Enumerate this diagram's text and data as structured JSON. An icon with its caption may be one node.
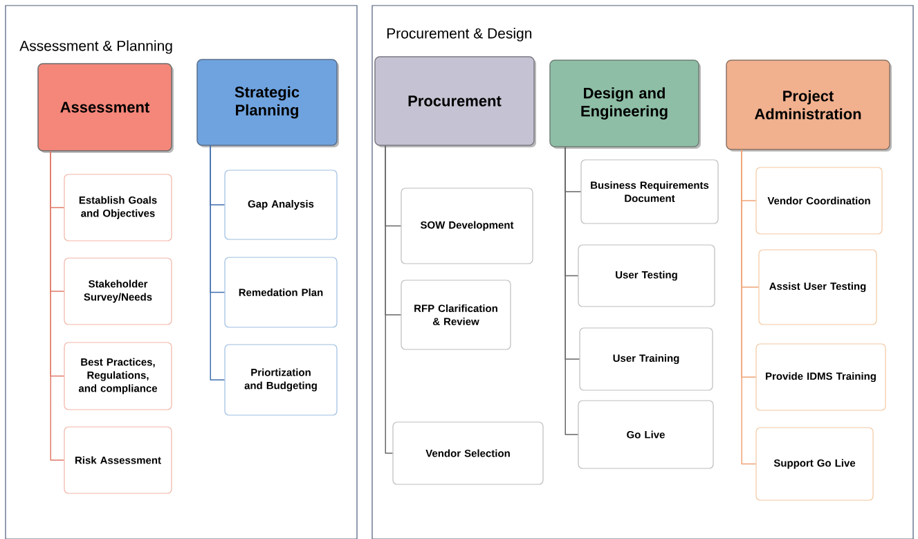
{
  "diagram": {
    "nodes": [
      {
        "text": [
          "Assessment & Planning"
        ]
      },
      {
        "text": [
          "Assessment"
        ],
        "in": 0
      },
      {
        "text": [
          "Establish Goals and Objectives"
        ],
        "in": 0
      },
      {
        "text": [
          "Stakeholder Survey/Needs"
        ],
        "in": 0
      },
      {
        "text": [
          "Best Practices, Regulations, and compliance"
        ],
        "in": 0
      },
      {
        "text": [
          "Risk Assessment"
        ],
        "in": 0
      },
      {
        "text": [
          "Strategic Planning"
        ],
        "in": 0
      },
      {
        "text": [
          "Gap Analysis"
        ],
        "in": 0
      },
      {
        "text": [
          "Remedation Plan"
        ],
        "in": 0
      },
      {
        "text": [
          "Priortization and Budgeting"
        ],
        "in": 0
      },
      {
        "text": [
          "Procurement & Design"
        ]
      },
      {
        "text": [
          "Procurement"
        ],
        "in": 10
      },
      {
        "text": [
          "SOW Development"
        ],
        "in": 10
      },
      {
        "text": [
          "RFP Clarification & Review"
        ],
        "in": 10
      },
      {
        "text": [
          "Vendor Selection"
        ],
        "in": 10
      },
      {
        "text": [
          "Design and Engineering"
        ],
        "in": 10
      },
      {
        "text": [
          "Business Requirements Document"
        ],
        "in": 10
      },
      {
        "text": [
          "User Testing"
        ],
        "in": 10
      },
      {
        "text": [
          "User Training"
        ],
        "in": 10
      },
      {
        "text": [
          "Go Live"
        ],
        "in": 10
      },
      {
        "text": [
          "Project Administration"
        ],
        "in": 10
      },
      {
        "text": [
          "Vendor Coordination"
        ],
        "in": 10
      },
      {
        "text": [
          "Assist User Testing"
        ],
        "in": 10
      },
      {
        "text": [
          "Provide IDMS Training"
        ],
        "in": 10
      },
      {
        "text": [
          "Support Go Live"
        ],
        "in": 10
      }
    ],
    "edges": [
      {
        "from": 1,
        "to": 2,
        "arrow": "none",
        "color": "#e07a68"
      },
      {
        "from": 1,
        "to": 3,
        "arrow": "none",
        "color": "#e07a68"
      },
      {
        "from": 1,
        "to": 4,
        "arrow": "none",
        "color": "#e07a68"
      },
      {
        "from": 1,
        "to": 5,
        "arrow": "none",
        "color": "#e07a68"
      },
      {
        "from": 6,
        "to": 7,
        "arrow": "none",
        "color": "#3f6ead"
      },
      {
        "from": 6,
        "to": 8,
        "arrow": "none",
        "color": "#3f6ead"
      },
      {
        "from": 6,
        "to": 9,
        "arrow": "none",
        "color": "#3f6ead"
      },
      {
        "from": 11,
        "to": 12,
        "arrow": "none"
      },
      {
        "from": 11,
        "to": 13,
        "arrow": "none"
      },
      {
        "from": 11,
        "to": 14,
        "arrow": "none"
      },
      {
        "from": 15,
        "to": 16,
        "arrow": "none"
      },
      {
        "from": 15,
        "to": 17,
        "arrow": "none"
      },
      {
        "from": 15,
        "to": 18,
        "arrow": "none"
      },
      {
        "from": 15,
        "to": 19,
        "arrow": "none"
      },
      {
        "from": 20,
        "to": 21,
        "arrow": "none",
        "color": "#f0a274"
      },
      {
        "from": 20,
        "to": 22,
        "arrow": "none",
        "color": "#f0a274"
      },
      {
        "from": 20,
        "to": 23,
        "arrow": "none",
        "color": "#f0a274"
      },
      {
        "from": 20,
        "to": 24,
        "arrow": "none",
        "color": "#f0a274"
      }
    ]
  }
}
